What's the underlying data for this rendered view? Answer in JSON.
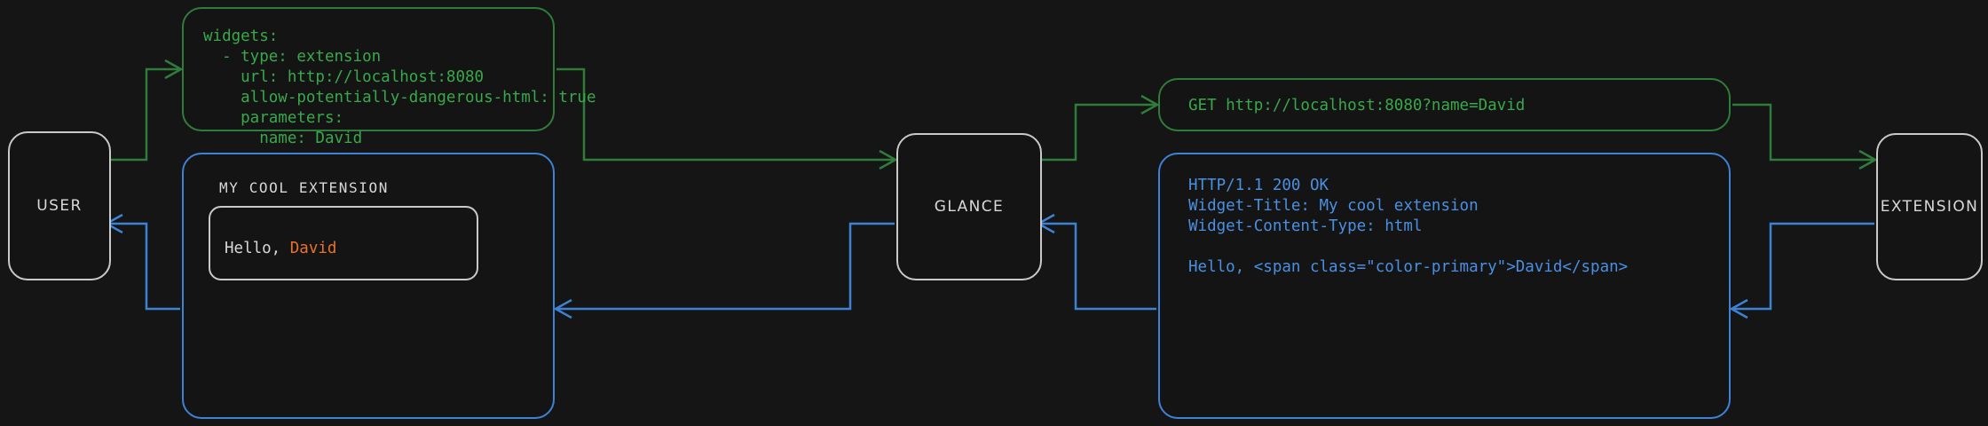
{
  "diagram": {
    "title": "Glance extension request/response flow",
    "background": "#151515",
    "colors": {
      "node_border": "#c9c9c9",
      "node_text": "#d8d8d8",
      "request_green": "#38a94a",
      "request_green_border": "#2f7d3b",
      "response_blue": "#4a90e2",
      "response_blue_border": "#3d82d4",
      "accent_orange": "#e8722c"
    }
  },
  "nodes": [
    {
      "id": "user",
      "label": "USER"
    },
    {
      "id": "glance",
      "label": "GLANCE"
    },
    {
      "id": "extension",
      "label": "EXTENSION"
    }
  ],
  "messages": {
    "yaml_config": {
      "kind": "request",
      "color": "#38a94a",
      "text": "widgets:\n  - type: extension\n    url: http://localhost:8080\n    allow-potentially-dangerous-html: true\n    parameters:\n      name: David"
    },
    "get_request": {
      "kind": "request",
      "color": "#38a94a",
      "text": "GET http://localhost:8080?name=David"
    },
    "http_response": {
      "kind": "response",
      "color": "#4a90e2",
      "text": "HTTP/1.1 200 OK\nWidget-Title: My cool extension\nWidget-Content-Type: html\n\nHello, <span class=\"color-primary\">David</span>"
    },
    "rendered_widget": {
      "kind": "response",
      "color": "#4a90e2",
      "widget_title": "MY COOL EXTENSION",
      "card_text_prefix": "Hello, ",
      "card_text_accent": "David"
    }
  },
  "flow": {
    "request_edges": [
      {
        "from": "user",
        "to": "glance",
        "via": "yaml_config"
      },
      {
        "from": "glance",
        "to": "extension",
        "via": "get_request"
      }
    ],
    "response_edges": [
      {
        "from": "extension",
        "to": "glance",
        "via": "http_response"
      },
      {
        "from": "glance",
        "to": "user",
        "via": "rendered_widget"
      }
    ]
  }
}
